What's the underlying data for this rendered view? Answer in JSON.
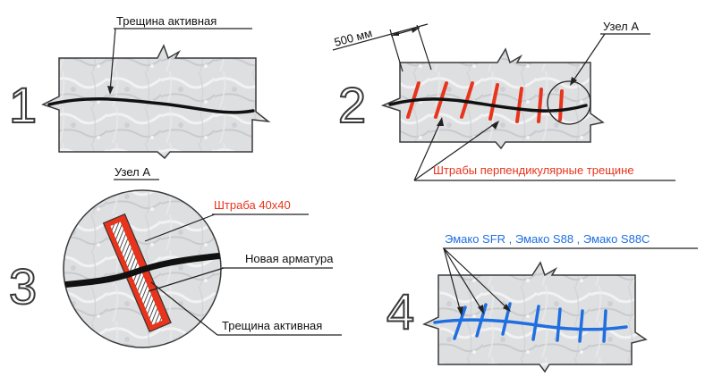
{
  "colors": {
    "accent_red": "#e8341c",
    "accent_blue": "#1f6fe0",
    "crack": "#111111",
    "stone": "#d9dadc"
  },
  "step1": {
    "number": "1",
    "crack_label": "Трещина активная",
    "node_label": "Узел А"
  },
  "step2": {
    "number": "2",
    "dimension_label": "500 мм",
    "node_label": "Узел А",
    "slots_label": "Штрабы перпендикулярные трещине"
  },
  "step3": {
    "number": "3",
    "slot_label": "Штраба 40х40",
    "rebar_label": "Новая арматура",
    "crack_label": "Трещина активная"
  },
  "step4": {
    "number": "4",
    "materials_label": "Эмако SFR , Эмако S88 , Эмако S88C"
  }
}
